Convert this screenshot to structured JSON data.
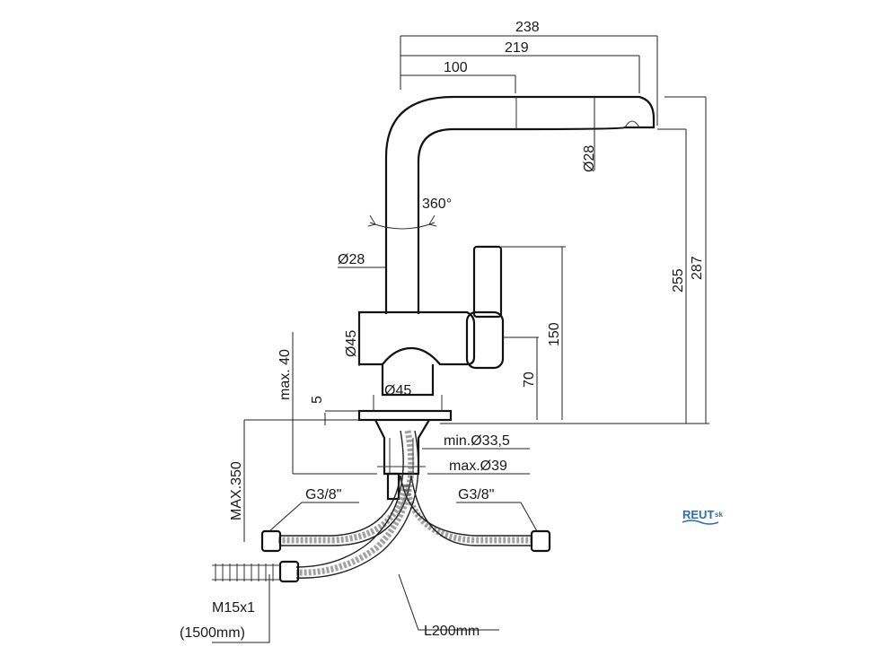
{
  "dimensions": {
    "reach_total": "238",
    "reach_spout": "219",
    "reach_bend": "100",
    "spout_dia": "Ø28",
    "rotation": "360°",
    "body_dia": "Ø28",
    "height_total": "287",
    "height_outlet": "255",
    "lever_height": "150",
    "body_height": "70",
    "base_dia": "Ø45",
    "body_width_dia": "Ø45",
    "max_deck": "max. 40",
    "base_thickness": "5",
    "hole_min": "min.Ø33,5",
    "hole_max": "max.Ø39",
    "hose_length_max": "MAX.350",
    "thread_left": "G3/8\"",
    "thread_right": "G3/8\"",
    "pullout_thread": "M15x1",
    "pullout_length": "(1500mm)",
    "hose_length": "L200mm"
  },
  "brand": {
    "logo_text": "REUT",
    "logo_suffix": "sk",
    "color": "#1f6fc4"
  }
}
